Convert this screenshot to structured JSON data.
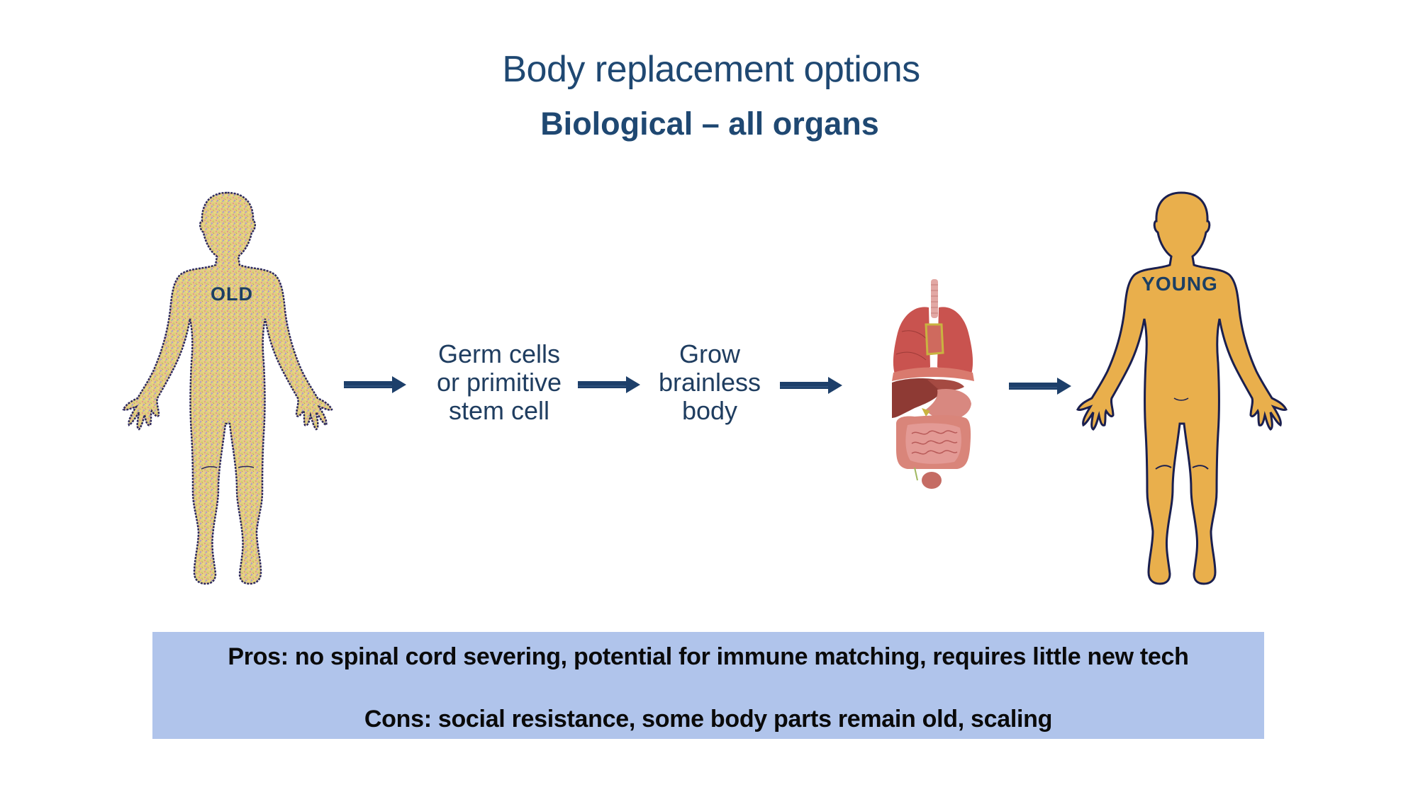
{
  "slide": {
    "title": "Body replacement options",
    "subtitle": "Biological – all organs"
  },
  "flow": {
    "start_figure": {
      "label": "OLD",
      "icon": "human-silhouette-icon",
      "fill_style": "speckled-multicolor"
    },
    "steps": [
      {
        "lines": [
          "Germ cells",
          "or primitive",
          "stem cell"
        ]
      },
      {
        "lines": [
          "Grow",
          "brainless",
          "body"
        ]
      }
    ],
    "organs_illustration": "internal-organs-icon",
    "end_figure": {
      "label": "YOUNG",
      "icon": "human-silhouette-icon",
      "fill_color": "#e9af4c"
    },
    "arrow_icon": "right-arrow-icon"
  },
  "summary": {
    "pros": "Pros: no spinal cord severing, potential for immune matching, requires little new tech",
    "cons": "Cons: social resistance, some body parts remain old, scaling"
  },
  "colors": {
    "title": "#1f4872",
    "arrow": "#1d3f6a",
    "summary_background": "#b0c4eb",
    "young_fill": "#e9af4c",
    "outline": "#1a1f4f"
  }
}
